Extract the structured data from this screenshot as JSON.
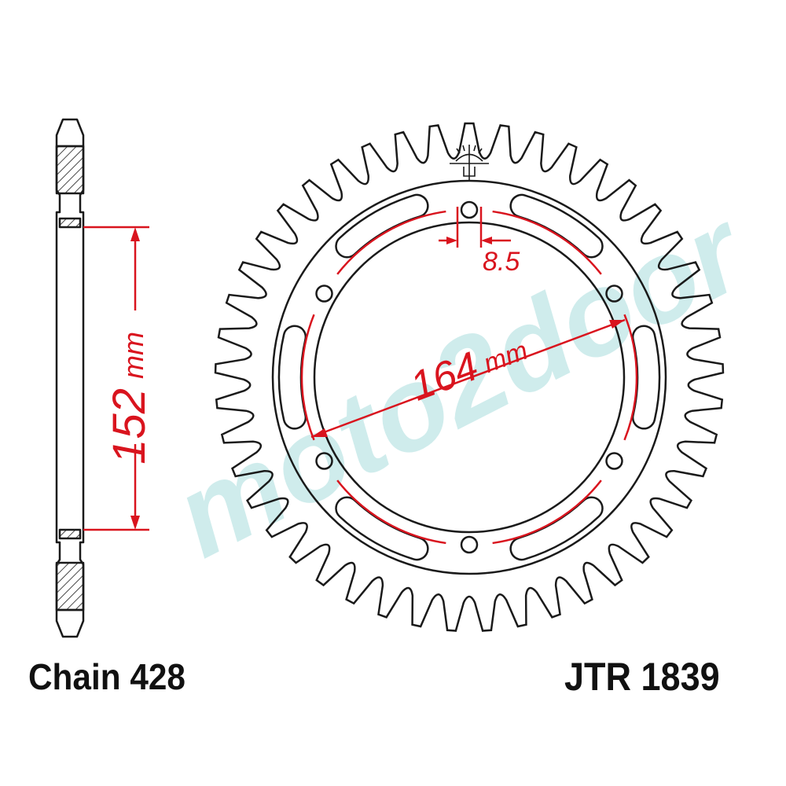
{
  "diagram": {
    "chain_label": "Chain 428",
    "part_number": "JTR 1839",
    "dimensions": {
      "hub_diameter": {
        "value": "152",
        "unit": "mm"
      },
      "bolt_circle": {
        "value": "164",
        "unit": "mm"
      },
      "bolt_hole": {
        "value": "8.5"
      }
    },
    "teeth_count": 45,
    "bolt_holes": 6,
    "lightening_slots": 6,
    "watermark": "moto2door",
    "colors": {
      "outline": "#1a1a1a",
      "dimension": "#d9141e",
      "watermark": "#bfe6e6",
      "background": "#ffffff"
    }
  }
}
